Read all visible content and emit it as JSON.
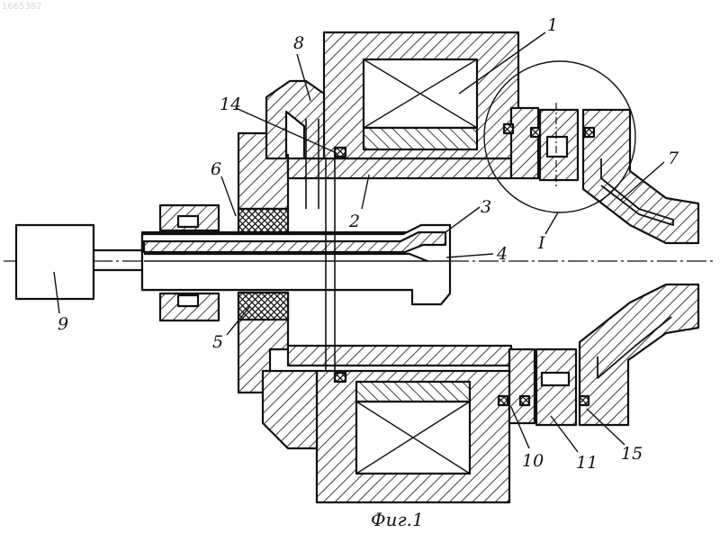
{
  "watermark": "1665382",
  "caption": "Фиг.1",
  "labels": {
    "l1": "1",
    "l2": "2",
    "l3": "3",
    "l4": "4",
    "l5": "5",
    "l6": "6",
    "l7": "7",
    "l8": "8",
    "l9": "9",
    "l10": "10",
    "l11": "11",
    "l14": "14",
    "l15": "15",
    "lI": "I"
  },
  "colors": {
    "ink": "#111111",
    "paper": "#ffffff"
  }
}
